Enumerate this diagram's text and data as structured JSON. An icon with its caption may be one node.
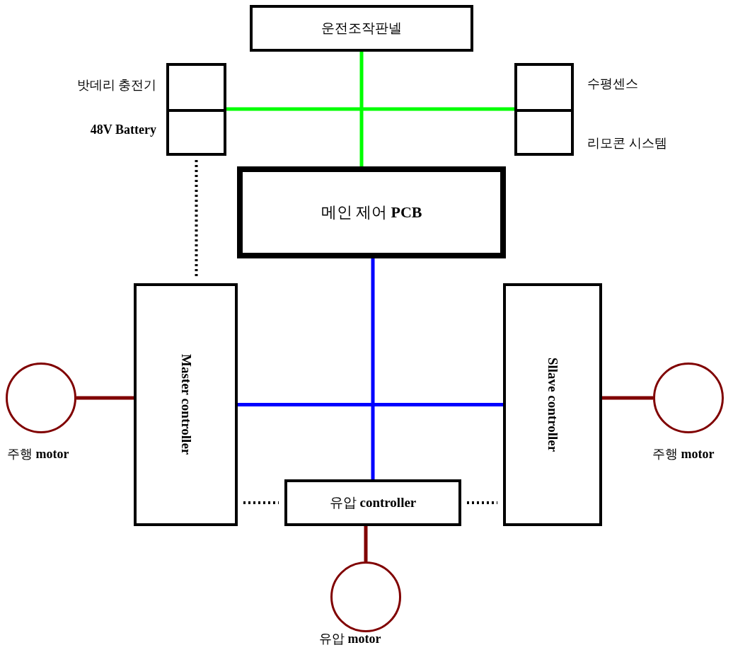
{
  "diagram": {
    "nodes": [
      {
        "text": [
          "운전조작판넬"
        ]
      },
      {
        "text": [
          "밧데리 충전기"
        ]
      },
      {
        "text": [
          "48V Battery"
        ]
      },
      {
        "text": [
          "수평센스"
        ]
      },
      {
        "text": [
          "리모콘 시스템"
        ]
      },
      {
        "text": [
          "메인 제어 **PCB**"
        ]
      },
      {
        "text": [
          "Master controller"
        ]
      },
      {
        "text": [
          "Sllave controller"
        ]
      },
      {
        "text": [
          "주행 **motor**"
        ]
      },
      {
        "text": [
          "주행 **motor**"
        ]
      },
      {
        "text": [
          "유압 **controller**"
        ]
      },
      {
        "text": [
          "유압 **motor**"
        ]
      }
    ],
    "edges": [
      {
        "from": 0,
        "to": 5,
        "arrow": "none",
        "color": "#00ff00"
      },
      {
        "from": 1,
        "to": 3,
        "arrow": "none",
        "color": "#00ff00"
      },
      {
        "from": 5,
        "to": 10,
        "arrow": "none",
        "color": "#0000ff"
      },
      {
        "from": 6,
        "to": 7,
        "arrow": "none",
        "color": "#0000ff"
      },
      {
        "from": 2,
        "to": 6,
        "arrow": "none",
        "style": "dashed",
        "color": "#000000"
      },
      {
        "from": 6,
        "to": 10,
        "arrow": "none",
        "style": "dashed",
        "color": "#000000"
      },
      {
        "from": 10,
        "to": 7,
        "arrow": "none",
        "style": "dashed",
        "color": "#000000"
      },
      {
        "from": 8,
        "to": 6,
        "arrow": "none",
        "color": "#800000"
      },
      {
        "from": 7,
        "to": 9,
        "arrow": "none",
        "color": "#800000"
      },
      {
        "from": 10,
        "to": 11,
        "arrow": "none",
        "color": "#800000"
      }
    ]
  }
}
